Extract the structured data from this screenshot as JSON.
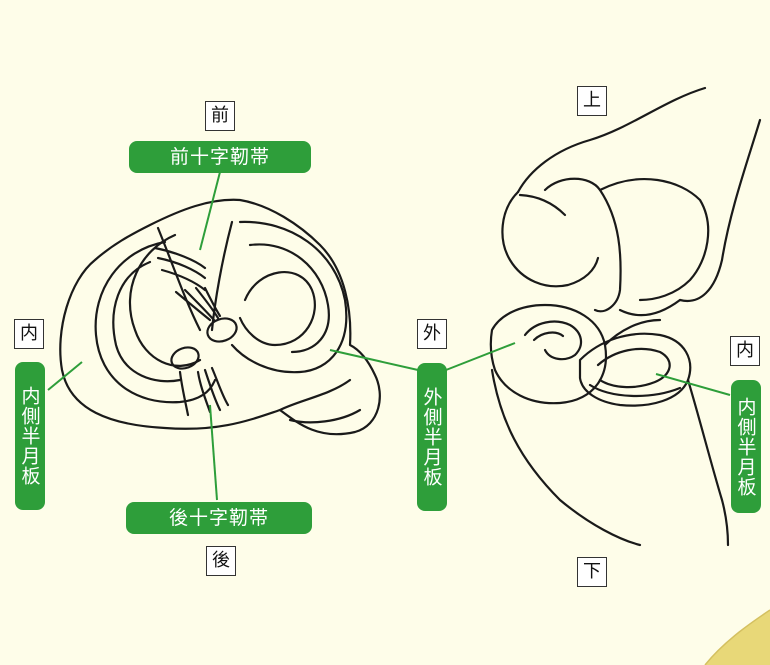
{
  "left_figure": {
    "front_label": "前",
    "acl_label": "前十字靭帯",
    "back_label": "後",
    "pcl_label": "後十字靭帯",
    "inner_label": "内",
    "medial_meniscus_label": "内側半月板",
    "outer_label": "外",
    "lateral_meniscus_label": "外側半月板"
  },
  "right_figure": {
    "up_label": "上",
    "down_label": "下",
    "inner_label": "内",
    "medial_meniscus_label": "内側半月板"
  },
  "colors": {
    "background": "#fefde9",
    "pill_green": "#2e9e3a",
    "leader_line": "#2e9e3a",
    "ink": "#1a1a1a"
  }
}
